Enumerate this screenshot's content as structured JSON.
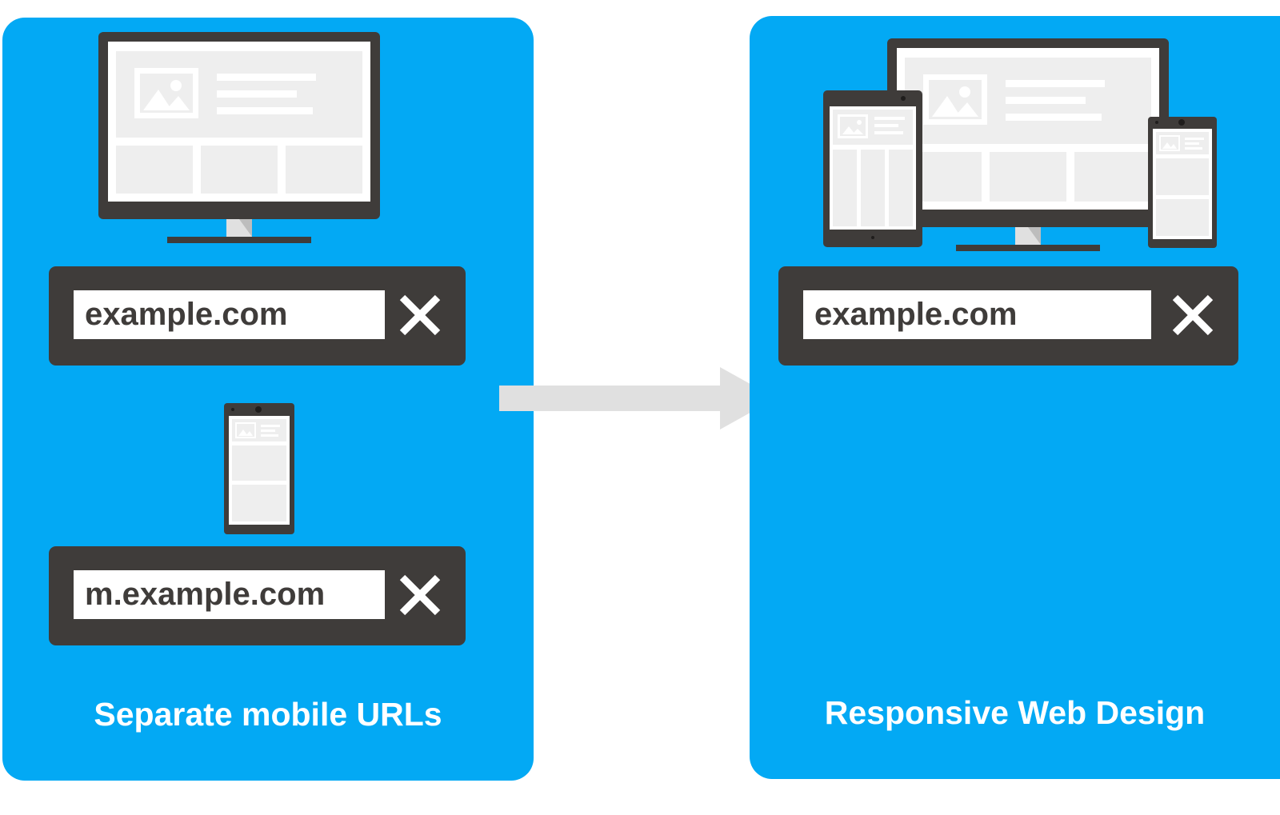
{
  "left_panel": {
    "desktop_url": "example.com",
    "mobile_url": "m.example.com",
    "caption": "Separate mobile URLs"
  },
  "right_panel": {
    "url": "example.com",
    "caption": "Responsive Web Design"
  },
  "colors": {
    "panel_blue": "#03a9f4",
    "device_dark": "#3f3c3a",
    "screen_light": "#eeeeee",
    "arrow_gray": "#e0e0e0"
  },
  "icons": [
    "desktop-monitor-icon",
    "phone-icon",
    "tablet-icon",
    "close-icon",
    "arrow-right-icon",
    "image-placeholder-icon"
  ]
}
